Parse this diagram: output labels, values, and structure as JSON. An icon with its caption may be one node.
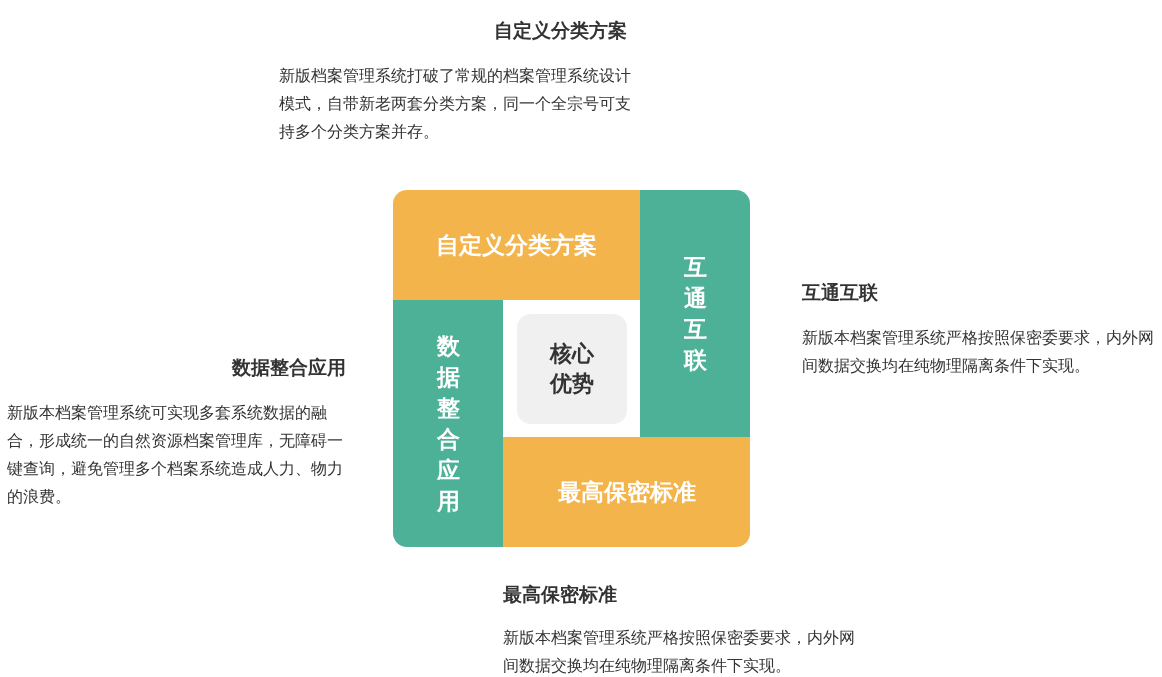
{
  "diagram": {
    "nodes": [
      {
        "text": [
          "自定义分类方案"
        ]
      },
      {
        "text": [
          "互通互联"
        ]
      },
      {
        "text": [
          "核心优势"
        ]
      },
      {
        "text": [
          "数据整合应用"
        ]
      },
      {
        "text": [
          "最高保密标准"
        ]
      }
    ],
    "edges": [],
    "labels": [
      "自定义分类方案",
      "新版档案管理系统打破了常规的档案管理系统设计模式，自带新老两套分类方案，同一个全宗号可支持多个分类方案并存。",
      "互通互联",
      "新版本档案管理系统严格按照保密委要求，内外网间数据交换均在纯物理隔离条件下实现。",
      "数据整合应用",
      "新版本档案管理系统可实现多套系统数据的融合，形成统一的自然资源档案管理库，无障碍一键查询，避免管理多个档案系统造成人力、物力的浪费。",
      "最高保密标准",
      "新版本档案管理系统严格按照保密委要求，内外网间数据交换均在纯物理隔离条件下实现。"
    ]
  }
}
